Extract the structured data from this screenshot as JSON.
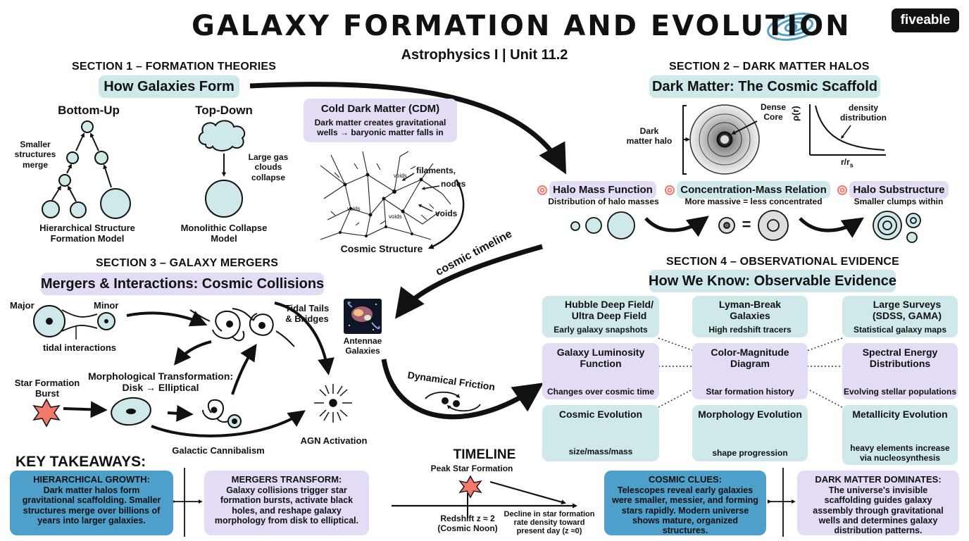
{
  "header": {
    "title": "GALAXY FORMATION AND EVOLUTION",
    "subtitle": "Astrophysics I | Unit 11.2",
    "logo": "fiveable"
  },
  "colors": {
    "teal": "#cfe9ea",
    "lavender": "#e3dcf4",
    "blue": "#4e9fc9",
    "star": "#f2796b",
    "ink": "#111111"
  },
  "section1": {
    "heading": "SECTION 1 – FORMATION THEORIES",
    "pill": "How Galaxies Form",
    "bottom_up": {
      "label": "Bottom-Up",
      "note": [
        "Smaller",
        "structures",
        "merge"
      ],
      "caption": [
        "Hierarchical Structure",
        "Formation Model"
      ]
    },
    "top_down": {
      "label": "Top-Down",
      "note": [
        "Large gas",
        "clouds",
        "collapse"
      ],
      "caption": [
        "Monolithic Collapse",
        "Model"
      ]
    },
    "cdm": {
      "title": "Cold Dark Matter (CDM)",
      "desc": [
        "Dark matter creates gravitational",
        "wells → baryonic matter falls in"
      ]
    },
    "web": {
      "labels": [
        "filaments,",
        "nodes",
        "voids"
      ],
      "caption": "Cosmic Structure",
      "void_labels": [
        "voids",
        "voids",
        "voids"
      ]
    }
  },
  "section2": {
    "heading": "SECTION 2 – DARK MATTER HALOS",
    "pill": "Dark Matter: The Cosmic Scaffold",
    "halo_label": [
      "Dark",
      "matter halo"
    ],
    "core_label": [
      "Dense",
      "Core"
    ],
    "plot": {
      "ylabel": "ρ(r)",
      "xlabel": "r/r",
      "xlabel_sub": "s",
      "curve_label": [
        "density",
        "distribution"
      ]
    },
    "items": [
      {
        "title": "Halo Mass Function",
        "desc": "Distribution of halo masses"
      },
      {
        "title": "Concentration-Mass Relation",
        "desc": "More massive = less concentrated"
      },
      {
        "title": "Halo Substructure",
        "desc": "Smaller clumps within"
      }
    ],
    "equals": "="
  },
  "section3": {
    "heading": "SECTION 3 – GALAXY MERGERS",
    "pill": "Mergers & Interactions: Cosmic Collisions",
    "labels": {
      "major": "Major",
      "minor": "Minor",
      "tidal": "tidal interactions",
      "tails": [
        "Tidal Tails",
        "& Bridges"
      ],
      "antennae": [
        "Antennae",
        "Galaxies"
      ],
      "burst": [
        "Star Formation",
        "Burst"
      ],
      "morph": [
        "Morphological Transformation:",
        "Disk → Elliptical"
      ],
      "cannibalism": "Galactic Cannibalism",
      "agn": "AGN Activation",
      "friction": "Dynamical Friction",
      "timeline_arrow": "cosmic timeline"
    }
  },
  "section4": {
    "heading": "SECTION 4 – OBSERVATIONAL EVIDENCE",
    "pill": "How We Know: Observable Evidence",
    "boxes": [
      {
        "title": [
          "Hubble Deep Field/",
          "Ultra Deep Field"
        ],
        "desc": [
          "Early galaxy snapshots"
        ]
      },
      {
        "title": [
          "Lyman-Break",
          "Galaxies"
        ],
        "desc": [
          "High redshift tracers"
        ]
      },
      {
        "title": [
          "Large Surveys",
          "(SDSS, GAMA)"
        ],
        "desc": [
          "Statistical galaxy maps"
        ]
      },
      {
        "title": [
          "Galaxy Luminosity",
          "Function"
        ],
        "desc": [
          "Changes over cosmic time"
        ]
      },
      {
        "title": [
          "Color-Magnitude",
          "Diagram"
        ],
        "desc": [
          "Star formation history"
        ]
      },
      {
        "title": [
          "Spectral Energy",
          "Distributions"
        ],
        "desc": [
          "Evolving stellar populations"
        ]
      },
      {
        "title": [
          "Cosmic Evolution"
        ],
        "desc": [
          "size/mass/mass"
        ]
      },
      {
        "title": [
          "Morphology Evolution"
        ],
        "desc": [
          "shape progression"
        ]
      },
      {
        "title": [
          "Metallicity Evolution"
        ],
        "desc": [
          "heavy elements increase",
          "via nucleosynthesis"
        ]
      }
    ]
  },
  "timeline": {
    "title": "TIMELINE",
    "peak": "Peak Star Formation",
    "redshift": [
      "Redshift z ≈ 2",
      "(Cosmic Noon)"
    ],
    "decline": [
      "Decline in star formation",
      "rate density toward",
      "present day (z ≈0)"
    ]
  },
  "takeaways": {
    "heading": "KEY TAKEAWAYS:",
    "items": [
      {
        "head": "HIERARCHICAL GROWTH:",
        "body": "Dark matter halos form gravitational scaffolding. Smaller structures merge over billions of years into larger galaxies."
      },
      {
        "head": "MERGERS TRANSFORM:",
        "body": "Galaxy collisions trigger star formation bursts, activate black holes, and reshape galaxy morphology from disk to elliptical."
      },
      {
        "head": "COSMIC CLUES:",
        "body": "Telescopes reveal early galaxies were smaller, messier, and forming stars rapidly. Modern universe shows mature, organized structures."
      },
      {
        "head": "DARK MATTER DOMINATES:",
        "body": "The universe's invisible scaffolding guides galaxy assembly through gravitational wells and determines galaxy distribution patterns."
      }
    ]
  }
}
